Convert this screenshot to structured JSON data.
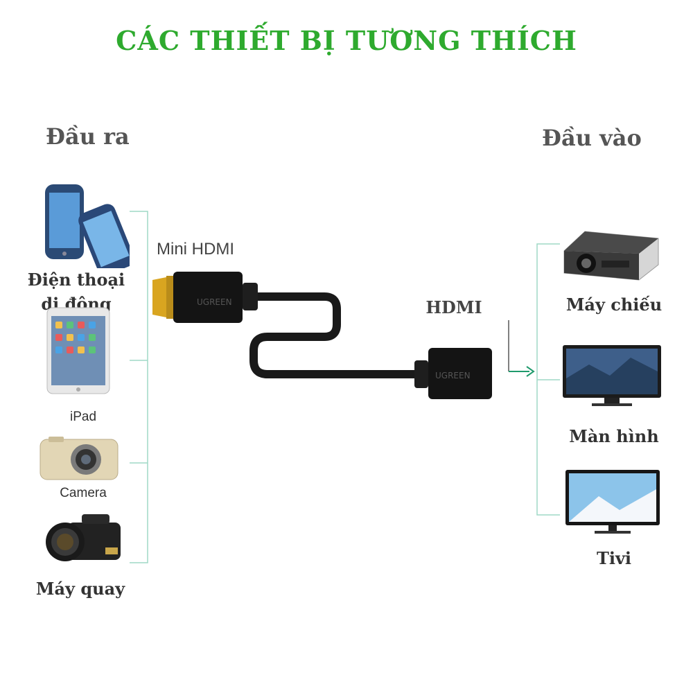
{
  "header": {
    "title": "CÁC THIẾT BỊ TƯƠNG THÍCH",
    "title_color": "#2eaa2e"
  },
  "left": {
    "heading": "Đầu ra",
    "devices": [
      {
        "label_line1": "Điện thoại",
        "label_line2": "di động",
        "icon": "smartphone-icon"
      },
      {
        "label": "iPad",
        "icon": "tablet-icon"
      },
      {
        "label": "Camera",
        "icon": "camera-icon"
      },
      {
        "label": "Máy quay",
        "icon": "camcorder-icon"
      }
    ]
  },
  "right": {
    "heading": "Đầu vào",
    "devices": [
      {
        "label": "Máy chiếu",
        "icon": "projector-icon"
      },
      {
        "label": "Màn hình",
        "icon": "monitor-icon"
      },
      {
        "label": "Tivi",
        "icon": "tv-icon"
      }
    ]
  },
  "cable": {
    "input_label": "Mini HDMI",
    "output_label": "HDMI",
    "brand_text": "UGREEN"
  },
  "colors": {
    "bracket": "#9fd9c6",
    "arrow": "#1f9a6c",
    "connector_gold": "#d9a520"
  }
}
